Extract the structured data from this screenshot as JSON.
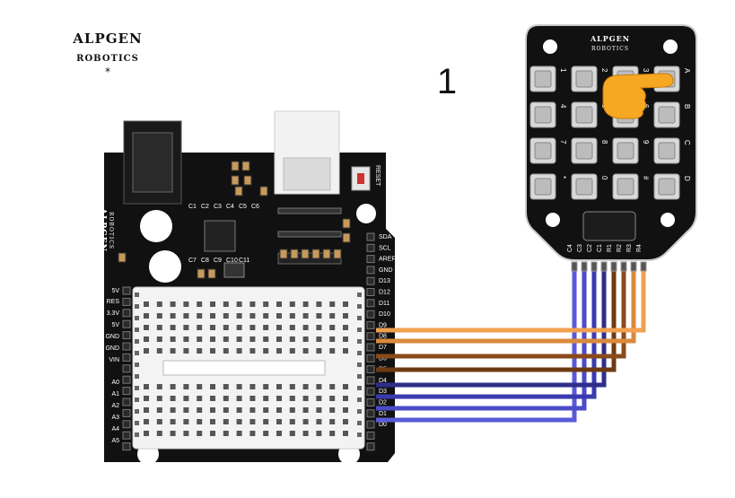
{
  "brand": {
    "name": "ALPGEN",
    "sub": "ROBOTICS",
    "star": "*"
  },
  "step_number": "1",
  "board": {
    "brand_name": "ALPGEN",
    "brand_sub": "ROBOTICS",
    "reset_label": "RESET",
    "left_pins": [
      "5V",
      "RES",
      "3.3V",
      "5V",
      "GND",
      "GND",
      "VIN",
      "A0",
      "A1",
      "A2",
      "A3",
      "A4",
      "A5"
    ],
    "right_pins": [
      "SDA",
      "SCL",
      "AREF",
      "GND",
      "D13",
      "D12",
      "D11",
      "D10",
      "D9",
      "D8",
      "D7",
      "D6",
      "D5",
      "D4",
      "D3",
      "D2",
      "D1",
      "D0"
    ],
    "chip_labels": [
      "C1",
      "C2",
      "C3",
      "C4",
      "C5",
      "C6",
      "C7",
      "C8",
      "C9",
      "C10",
      "C11"
    ]
  },
  "keypad": {
    "brand_name": "ALPGEN",
    "brand_sub": "ROBOTICS",
    "keys": [
      "1",
      "2",
      "3",
      "A",
      "4",
      "5",
      "6",
      "B",
      "7",
      "8",
      "9",
      "C",
      "*",
      "0",
      "#",
      "D"
    ],
    "pins": [
      "C4",
      "C3",
      "C2",
      "C1",
      "R1",
      "R2",
      "R3",
      "R4"
    ],
    "pressed_key": "1",
    "pointer": "hand-pointer-icon"
  },
  "wire_colors": {
    "orange_light": "#F0A050",
    "orange": "#D98A3C",
    "brown": "#8B4A1C",
    "brown_dark": "#6E3A12",
    "navy": "#2E2E8A",
    "blue": "#3A3AB0",
    "indigo": "#4B4BC8",
    "violet": "#5A5AD8"
  }
}
